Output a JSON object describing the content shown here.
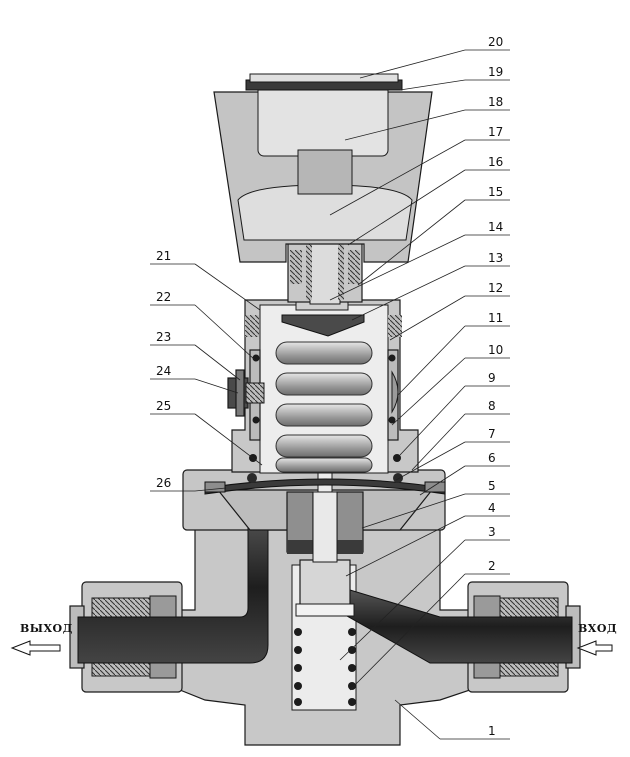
{
  "diagram": {
    "outlet_label": "ВЫХОД",
    "inlet_label": "ВХОД",
    "part_numbers": [
      "1",
      "2",
      "3",
      "4",
      "5",
      "6",
      "7",
      "8",
      "9",
      "10",
      "11",
      "12",
      "13",
      "14",
      "15",
      "16",
      "17",
      "18",
      "19",
      "20",
      "21",
      "22",
      "23",
      "24",
      "25",
      "26"
    ]
  },
  "colors": {
    "body": "#c8c8c8",
    "body_dark": "#a9a9a9",
    "knob": "#c4c4c4",
    "knob_inner": "#e0e0e0",
    "seal": "#3a3a3a",
    "tube": "#2f2f2f",
    "spring": "#b0b0b0",
    "line": "#1a1a1a"
  }
}
